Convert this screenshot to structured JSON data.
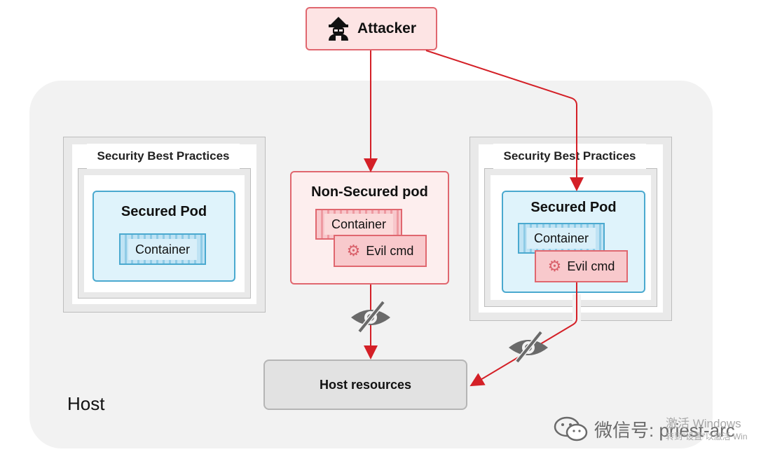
{
  "attacker": {
    "label": "Attacker",
    "icon": "hacker-icon"
  },
  "host": {
    "label": "Host",
    "resources_label": "Host resources"
  },
  "left_zone": {
    "wall_label": "Security Best Practices",
    "pod_title": "Secured Pod",
    "container_label": "Container"
  },
  "middle_zone": {
    "pod_title": "Non-Secured pod",
    "container_label": "Container",
    "evil_label": "Evil cmd"
  },
  "right_zone": {
    "wall_label": "Security Best Practices",
    "pod_title": "Secured Pod",
    "container_label": "Container",
    "evil_label": "Evil cmd"
  },
  "watermark": {
    "text": "微信号: priest-arc"
  },
  "overlay": {
    "line1": "激活 Windows",
    "line2": "转到\"设置\"以激活 Win"
  },
  "colors": {
    "attack_red": "#d42027",
    "secure_blue": "#4aa9cf",
    "host_gray": "#f2f2f2"
  }
}
